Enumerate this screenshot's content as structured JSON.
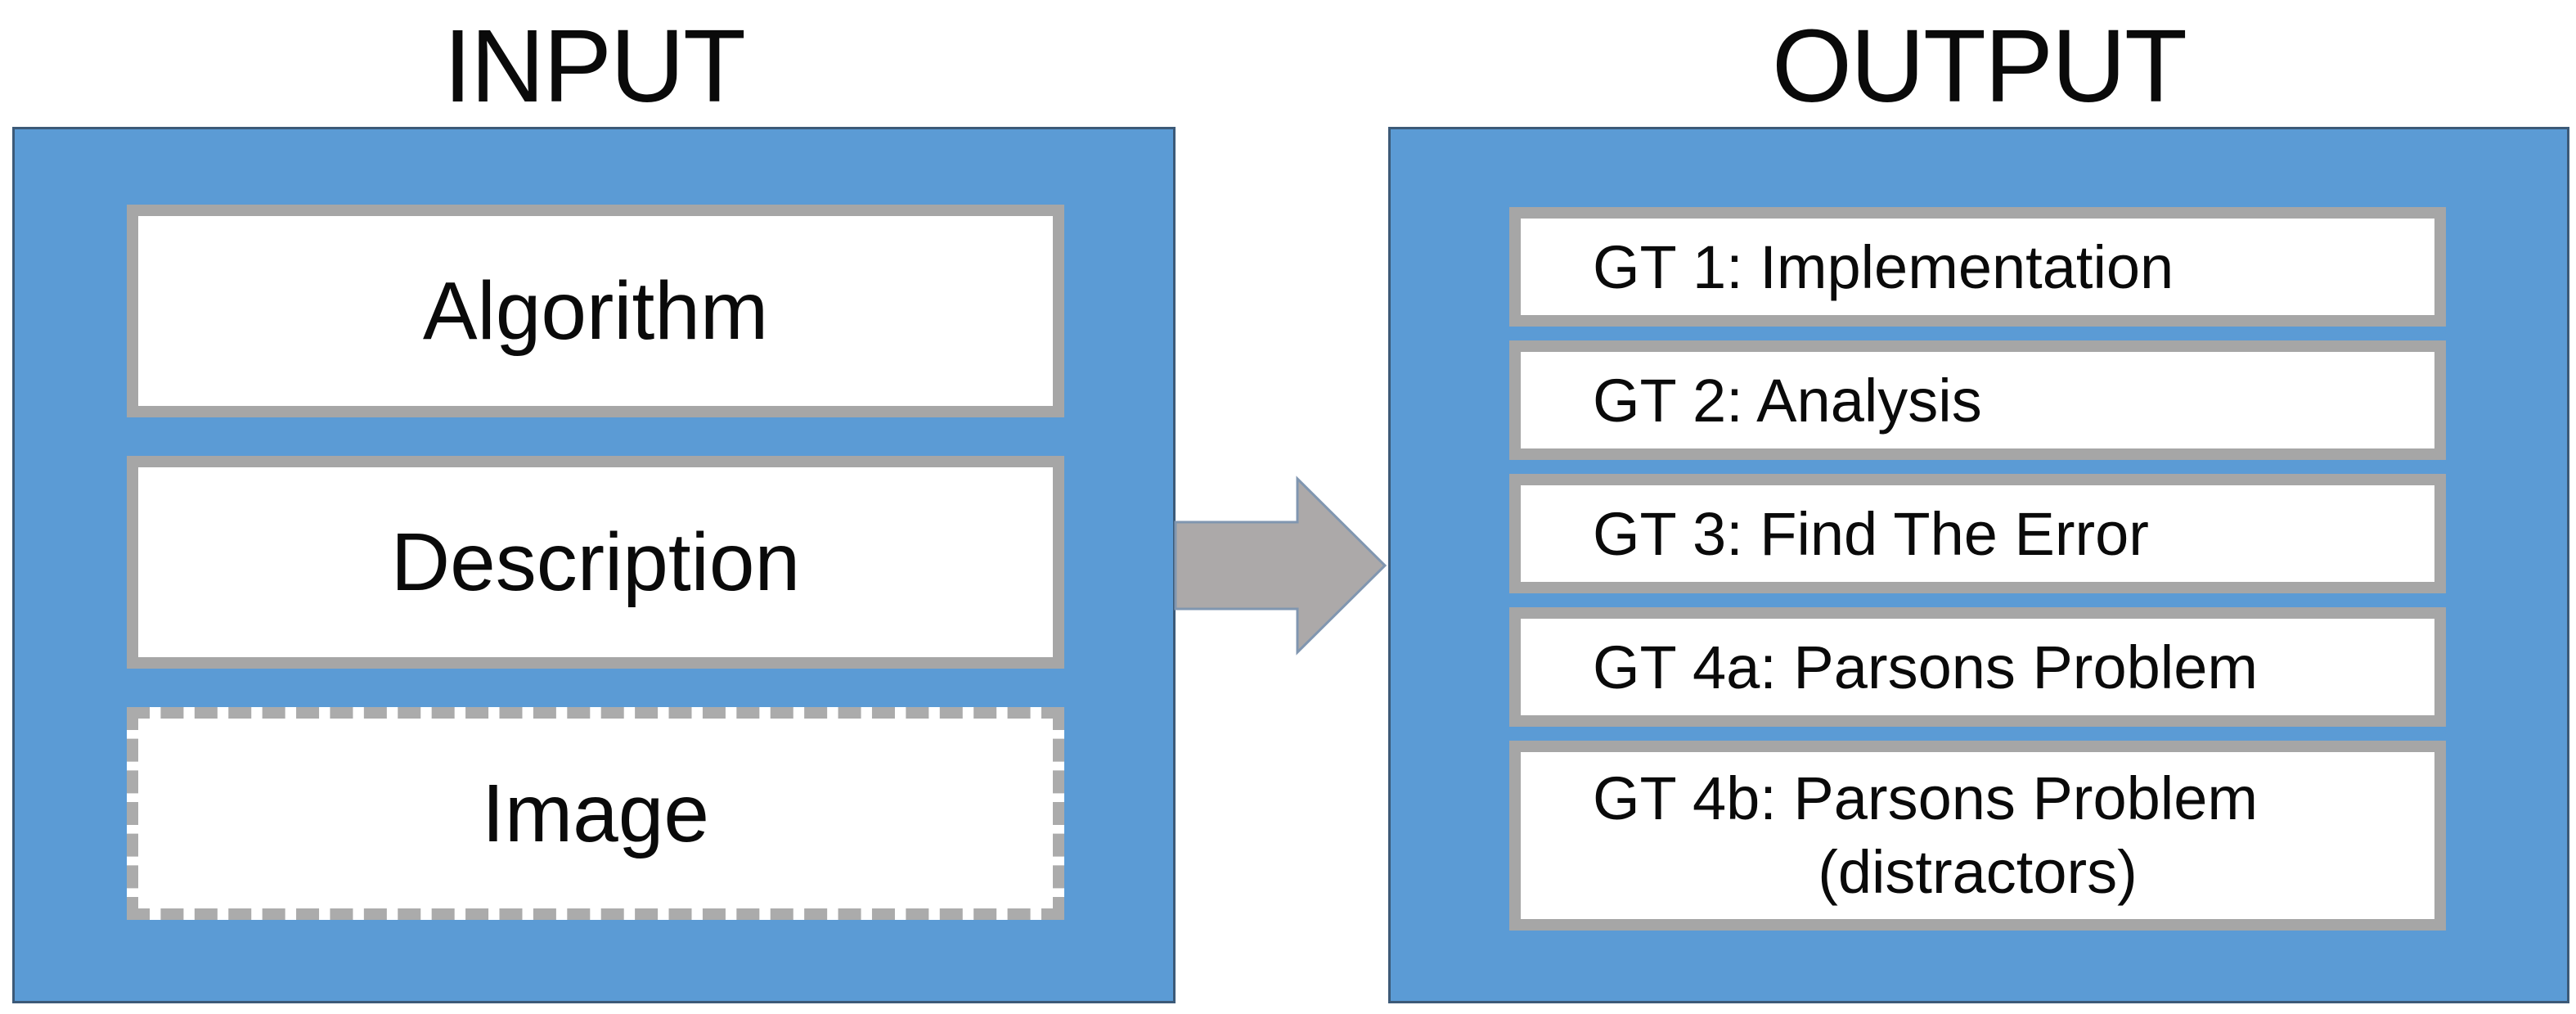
{
  "input": {
    "title": "INPUT",
    "boxes": [
      {
        "label": "Algorithm",
        "border_style": "solid"
      },
      {
        "label": "Description",
        "border_style": "solid"
      },
      {
        "label": "Image",
        "border_style": "dashed"
      }
    ]
  },
  "output": {
    "title": "OUTPUT",
    "boxes": [
      {
        "label": "GT 1: Implementation"
      },
      {
        "label": "GT 2: Analysis"
      },
      {
        "label": "GT 3: Find The Error"
      },
      {
        "label": "GT 4a: Parsons Problem"
      },
      {
        "label": "GT 4b: Parsons Problem",
        "label_line2": "(distractors)"
      }
    ]
  },
  "arrow": {
    "direction": "right",
    "meaning": "input-transformed-to-output"
  },
  "colors": {
    "panel_fill": "#5B9BD5",
    "panel_border": "#3C5A78",
    "box_border_solid": "#A6A6A6",
    "box_border_dashed": "#ABABAB",
    "box_fill": "#FFFFFF",
    "arrow_fill": "#ACA9A9",
    "arrow_border": "#8096B0",
    "text": "#0A0A0A"
  }
}
